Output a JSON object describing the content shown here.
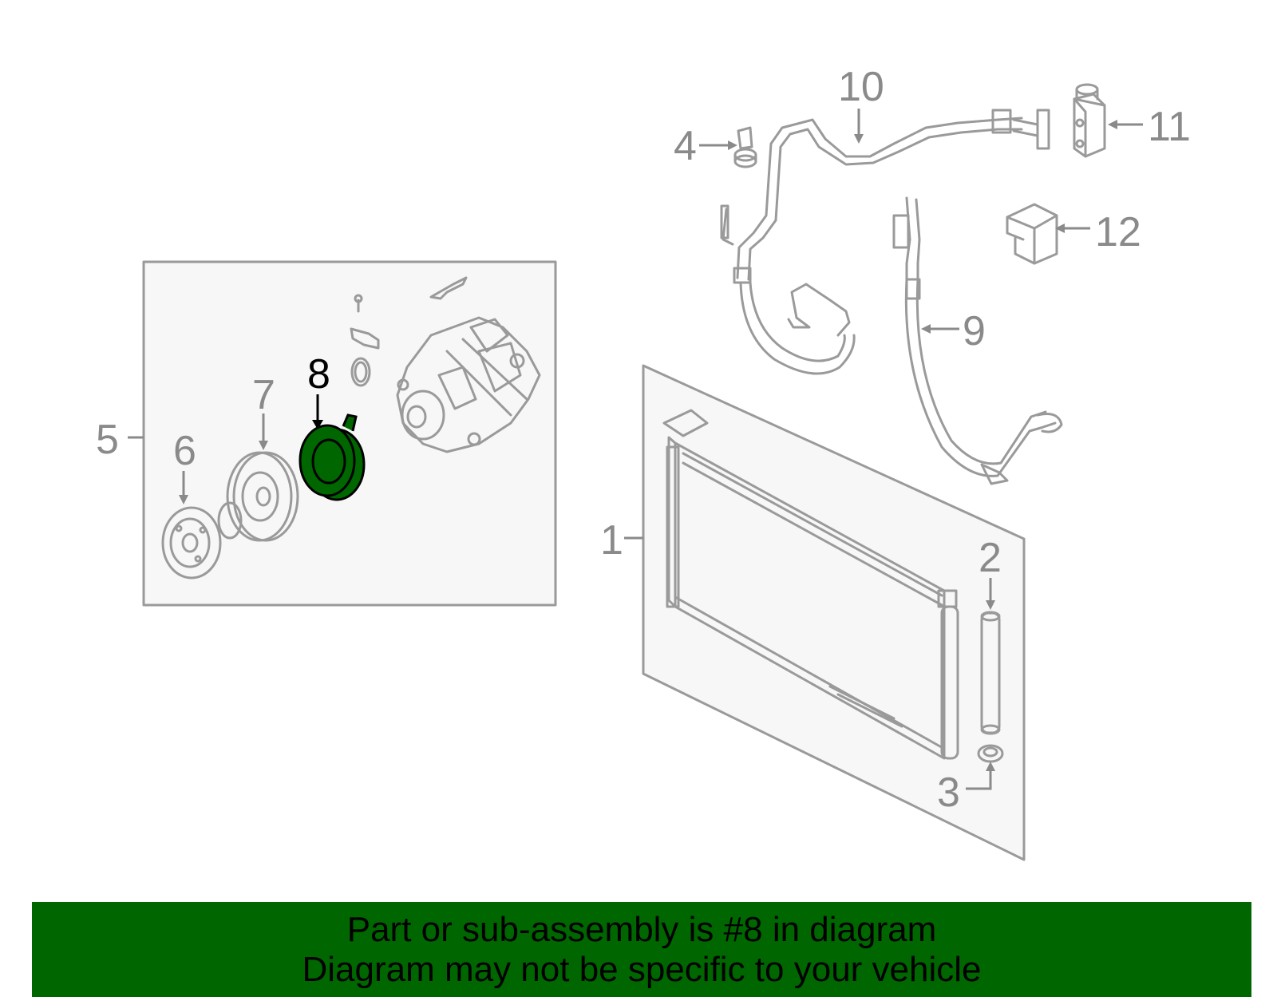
{
  "callouts": {
    "c1": "1",
    "c2": "2",
    "c3": "3",
    "c4": "4",
    "c5": "5",
    "c6": "6",
    "c7": "7",
    "c8": "8",
    "c9": "9",
    "c10": "10",
    "c11": "11",
    "c12": "12"
  },
  "highlight_part": "8",
  "colors": {
    "highlight": "#006600",
    "banner_bg": "#006600",
    "line": "#9a9a9a",
    "callout": "#8a8a8a"
  },
  "banner": {
    "line1": "Part or sub-assembly is #8 in diagram",
    "line2": "Diagram may not be specific to your vehicle"
  }
}
